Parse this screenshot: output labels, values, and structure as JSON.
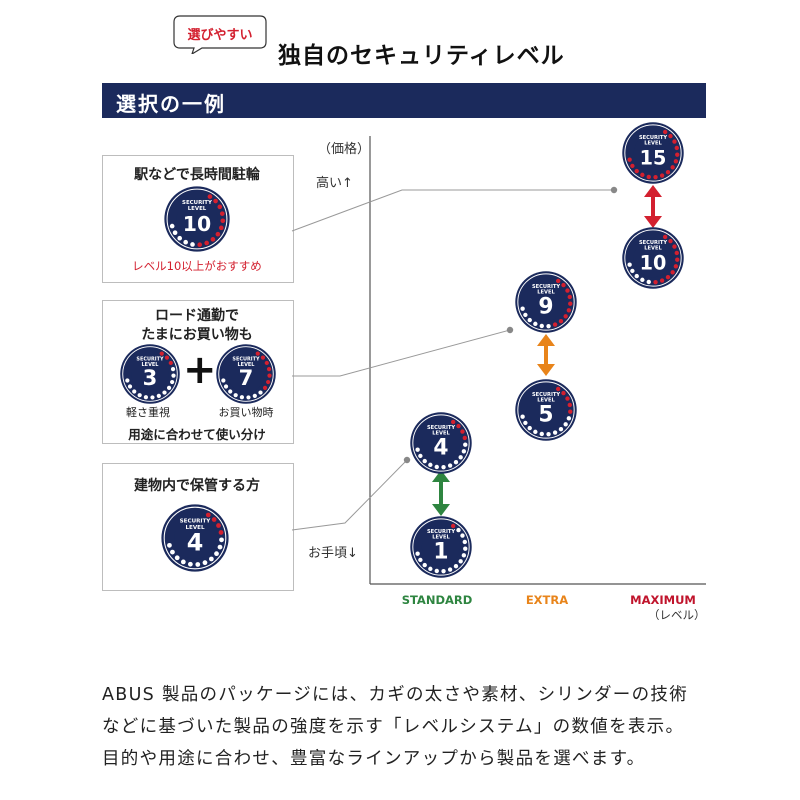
{
  "header": {
    "bubble_text": "選びやすい",
    "title": "独自のセキュリティレベル"
  },
  "banner": {
    "title": "選択の一例"
  },
  "chart": {
    "y_label": "（価格）",
    "y_high": "高い↑",
    "y_low": "お手頃↓",
    "categories": [
      {
        "label": "STANDARD",
        "color": "#2e8540"
      },
      {
        "label": "EXTRA",
        "color": "#e8841a"
      },
      {
        "label": "MAXIMUM",
        "color": "#c0142c"
      }
    ],
    "level_unit": "（レベル）",
    "ranges": [
      {
        "category": "STANDARD",
        "low": 1,
        "high": 4,
        "arrow_color": "#2e8540"
      },
      {
        "category": "EXTRA",
        "low": 5,
        "high": 9,
        "arrow_color": "#e8841a"
      },
      {
        "category": "MAXIMUM",
        "low": 10,
        "high": 15,
        "arrow_color": "#d3202f"
      }
    ]
  },
  "badge": {
    "top_line1": "SECURITY",
    "top_line2": "LEVEL",
    "color_navy": "#1b2a5c",
    "color_red": "#d3202f"
  },
  "cases": [
    {
      "title_lines": [
        "駅などで長時間駐輪"
      ],
      "levels": [
        10
      ],
      "note": "レベル10以上がおすすめ"
    },
    {
      "title_lines": [
        "ロード通勤で",
        "たまにお買い物も"
      ],
      "levels": [
        3,
        7
      ],
      "sub_labels": [
        "軽さ重視",
        "お買い物時"
      ],
      "usage": "用途に合わせて使い分け"
    },
    {
      "title_lines": [
        "建物内で保管する方"
      ],
      "levels": [
        4
      ]
    }
  ],
  "description": [
    "ABUS 製品のパッケージには、カギの太さや素材、シリンダーの技術",
    "などに基づいた製品の強度を示す「レベルシステム」の数値を表示。",
    "目的や用途に合わせ、豊富なラインアップから製品を選べます。"
  ]
}
